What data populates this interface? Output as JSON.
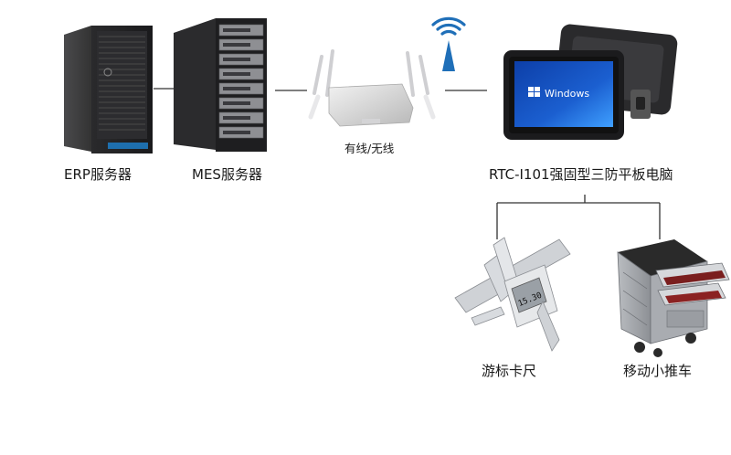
{
  "nodes": {
    "erp_server": {
      "label": "ERP服务器"
    },
    "mes_server": {
      "label": "MES服务器"
    },
    "router": {
      "label": "有线/无线"
    },
    "tablet": {
      "label": "RTC-I101强固型三防平板电脑",
      "screen_text": "Windows"
    },
    "caliper": {
      "label": "游标卡尺",
      "display_value": "15.30"
    },
    "tool_cart": {
      "label": "移动小推车"
    }
  },
  "colors": {
    "line": "#333333",
    "wifi": "#1f6fb8",
    "windows_screen": "#1b5fd0"
  }
}
